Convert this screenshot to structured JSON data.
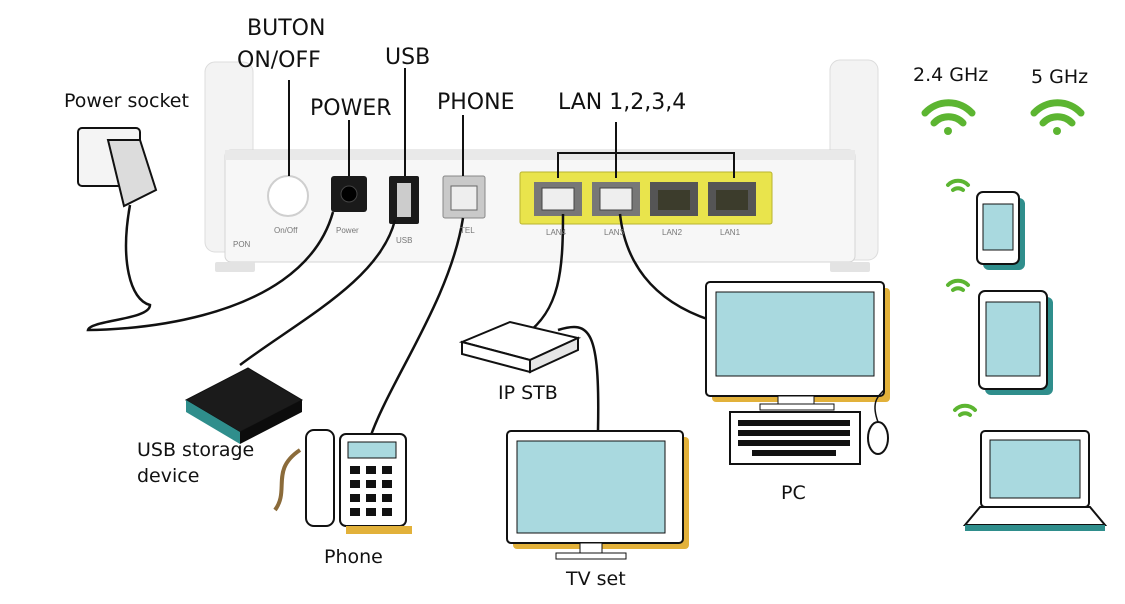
{
  "labels": {
    "power_socket": "Power socket",
    "buton": "BUTON",
    "on_off": "ON/OFF",
    "usb": "USB",
    "power": "POWER",
    "phone_port": "PHONE",
    "lan": "LAN 1,2,3,4",
    "ghz24": "2.4 GHz",
    "ghz5": "5 GHz",
    "usb_storage_line1": "USB storage",
    "usb_storage_line2": "device",
    "phone_device": "Phone",
    "ip_stb": "IP STB",
    "tv_set": "TV set",
    "pc": "PC"
  },
  "port_labels": {
    "pon": "PON",
    "on_off": "On/Off",
    "power": "Power",
    "usb": "USB",
    "tel": "TEL",
    "lan4": "LAN4",
    "lan3": "LAN3",
    "lan2": "LAN2",
    "lan1": "LAN1"
  },
  "colors": {
    "accent_green": "#5cb531",
    "port_yellow": "#e9e44c",
    "screen_blue": "#a9d9df",
    "shadow_teal": "#2f8e8c",
    "shadow_gold": "#e2b13a",
    "cable": "#111111"
  }
}
